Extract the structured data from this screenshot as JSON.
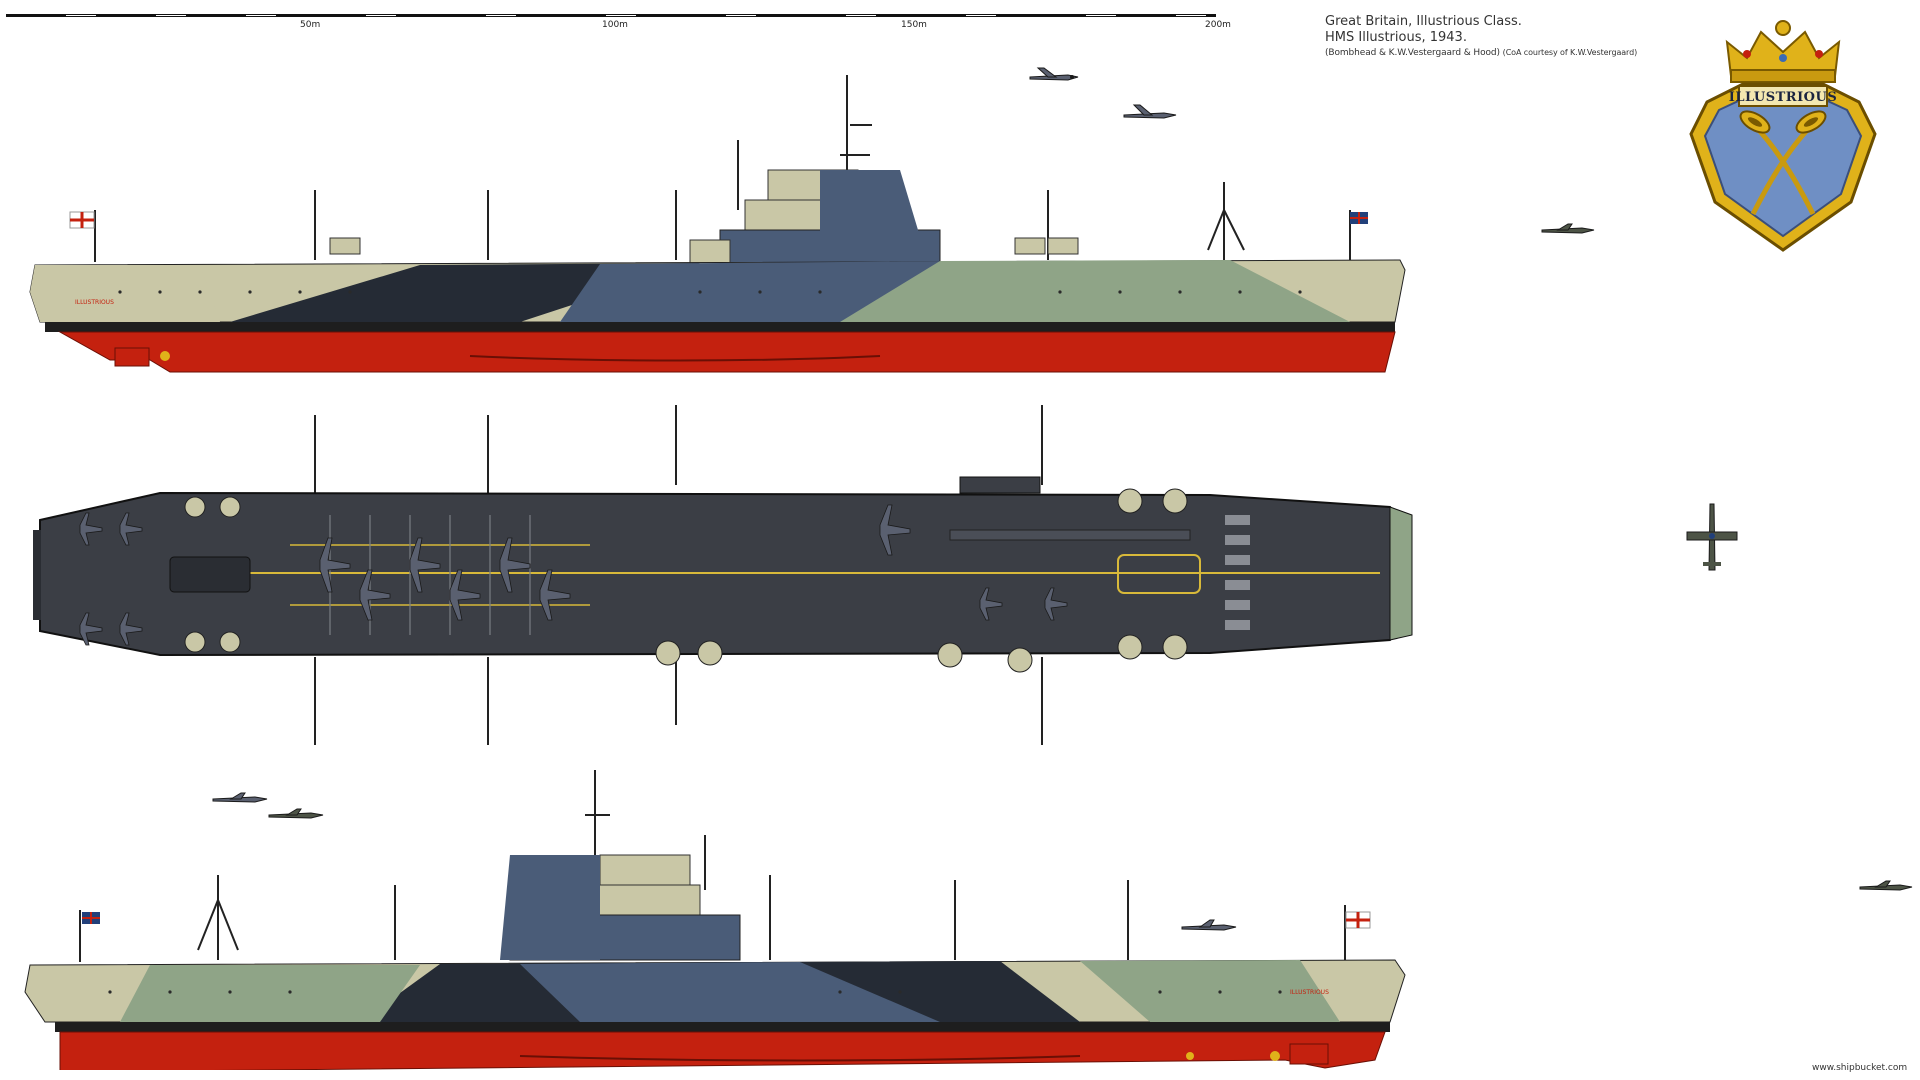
{
  "title": {
    "line1": "Great Britain, Illustrious  Class.",
    "line2": "HMS  Illustrious, 1943.",
    "credit": "(Bombhead & K.W.Vestergaard & Hood)",
    "coa_credit": "(CoA courtesy of K.W.Vestergaard)"
  },
  "scale": {
    "labels": [
      "50m",
      "100m",
      "150m",
      "200m"
    ]
  },
  "crest": {
    "name": "ILLUSTRIOUS"
  },
  "hull_label": "ILLUSTRIOUS",
  "watermark": "www.shipbucket.com",
  "colors": {
    "hull_red": "#c4210f",
    "boot_black": "#1e1e1e",
    "camo_sand": "#c9c7a6",
    "camo_green": "#8fa487",
    "camo_blue": "#4a5c78",
    "camo_dark": "#252b35",
    "deck_grey": "#3b3e45",
    "deck_line": "#d8b93a",
    "crest_gold": "#e0b21a",
    "crest_blue": "#6f8fc4"
  },
  "icons": [
    "ensign-flag",
    "union-flag",
    "aircraft-icon",
    "crest-icon",
    "trumpet-icon",
    "crown-icon"
  ]
}
